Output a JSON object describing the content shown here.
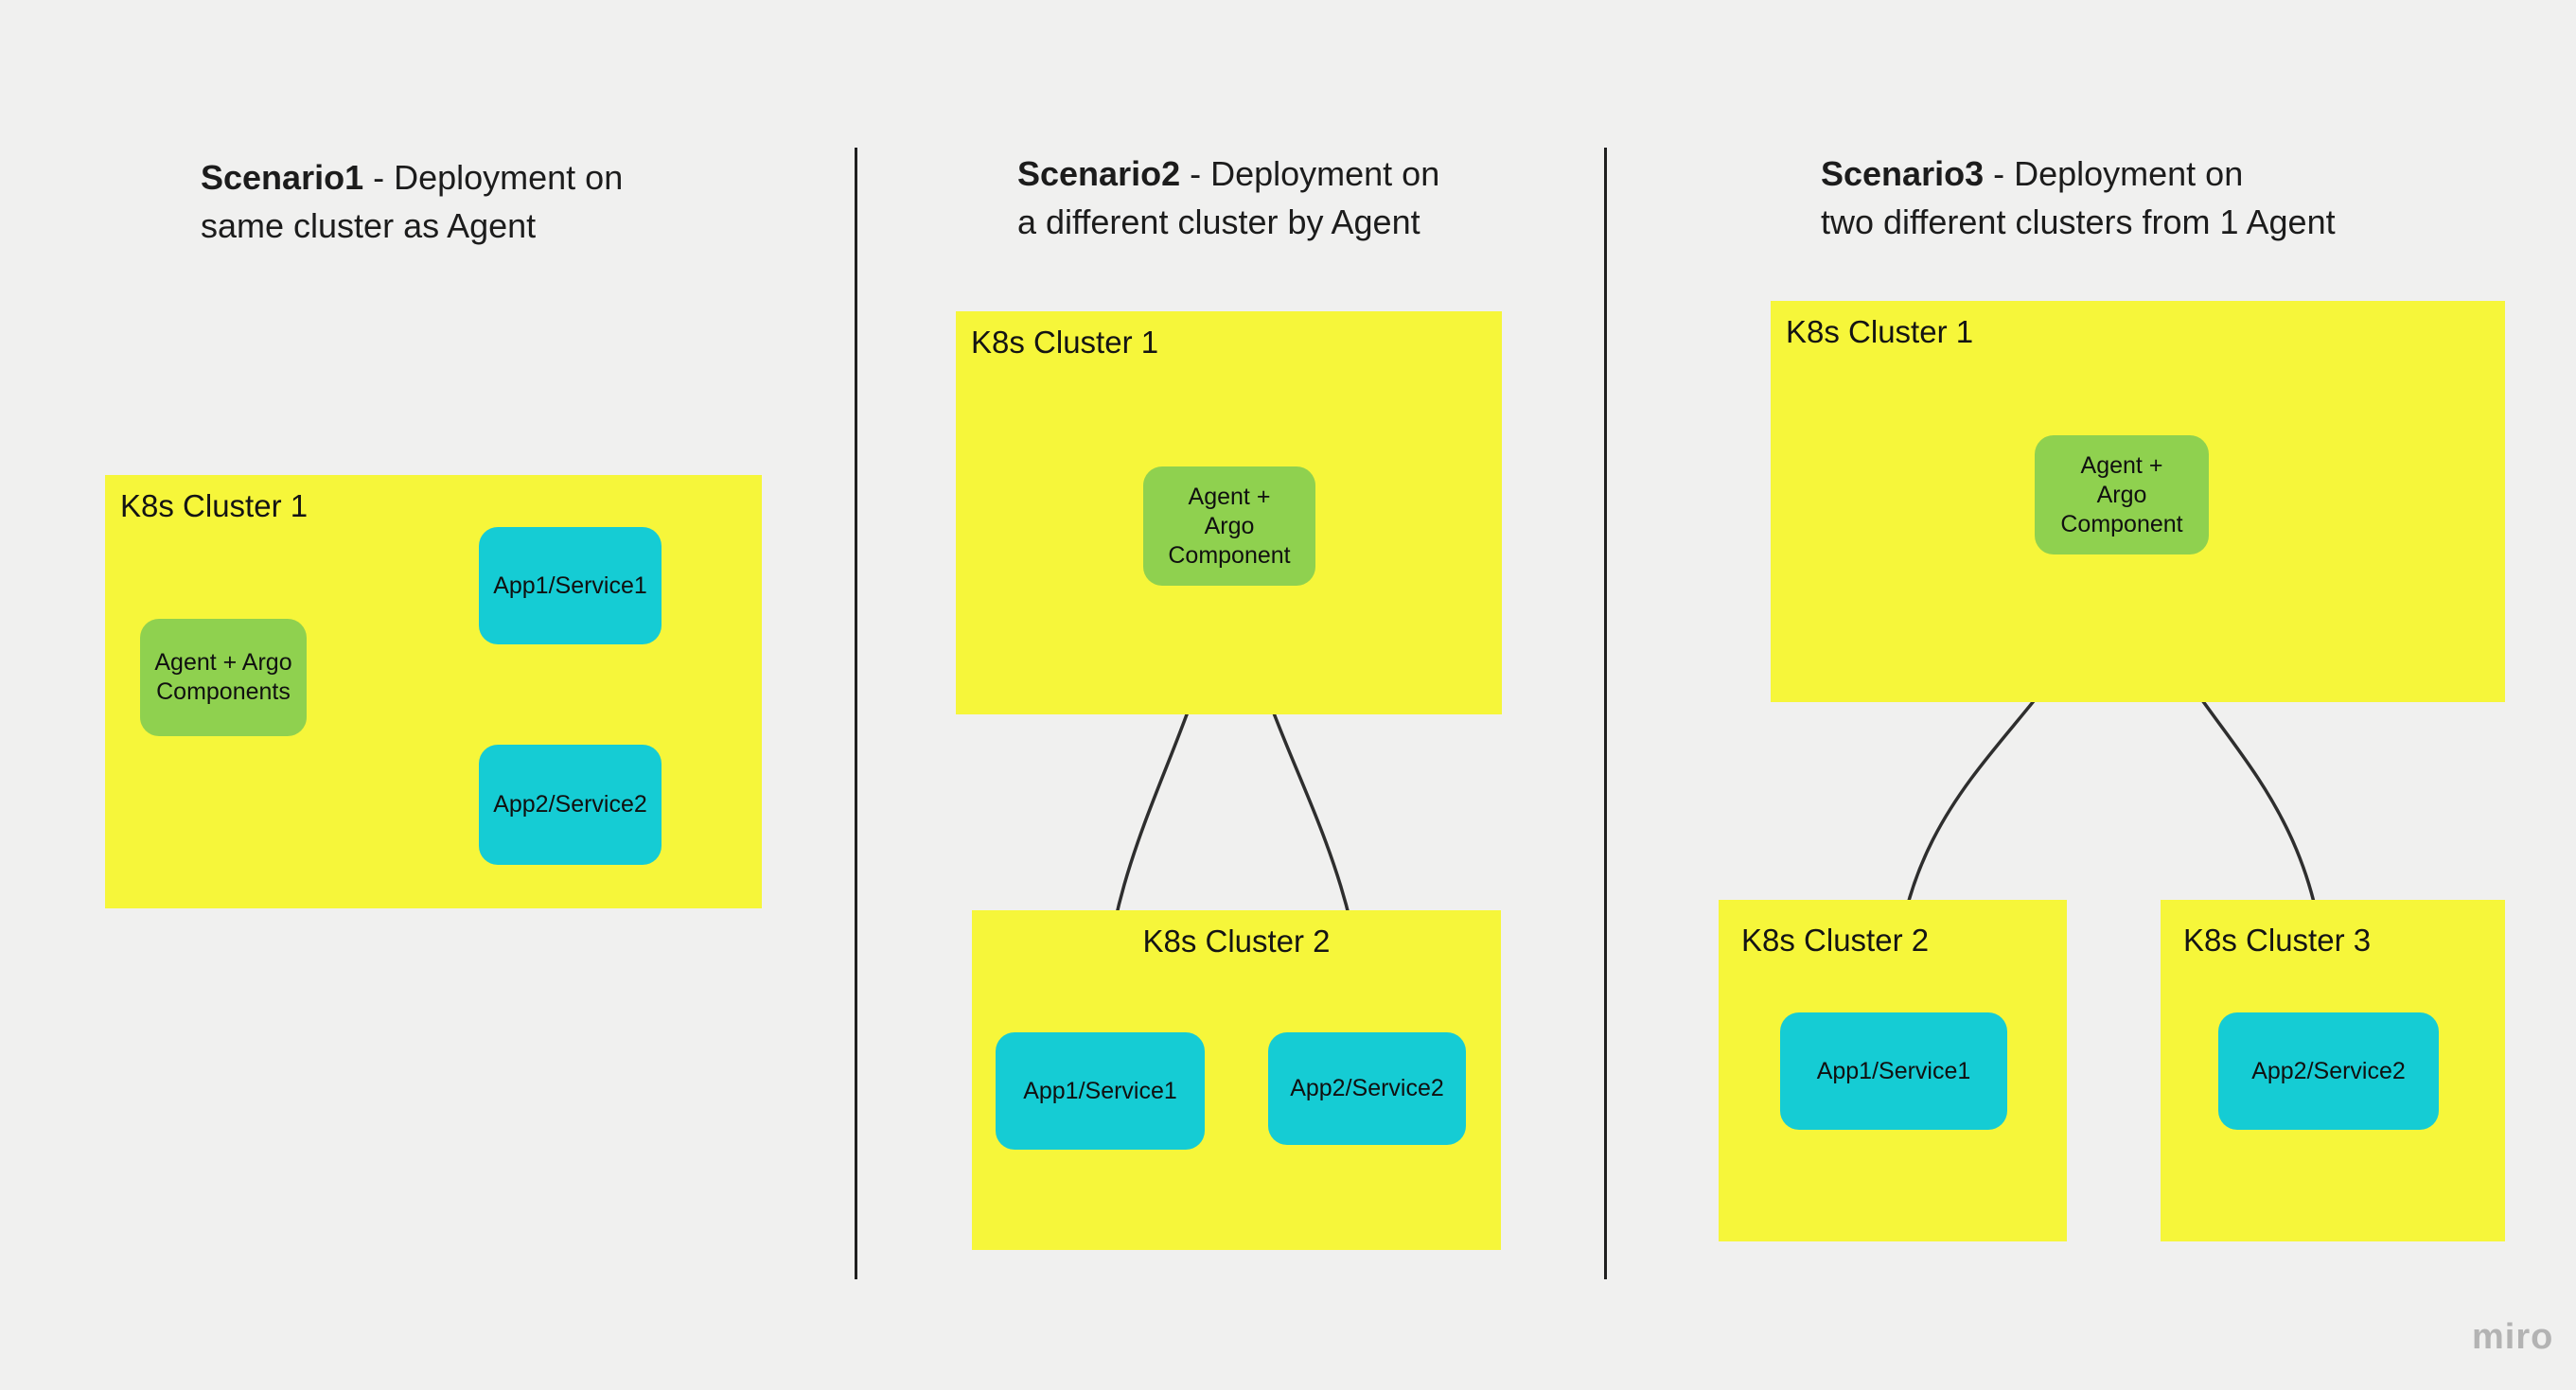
{
  "watermark": "miro",
  "colors": {
    "background": "#f0f0ef",
    "cluster_fill": "#f6f63a",
    "agent_fill": "#8fd14f",
    "app_fill": "#15ccd4",
    "connector": "#2e2e2e",
    "text": "#1c1c1c"
  },
  "scenarios": [
    {
      "title_bold": "Scenario1",
      "title_rest": " - Deployment on",
      "title_line2": "same cluster as Agent",
      "cluster1_label": "K8s Cluster 1",
      "agent_label": "Agent + Argo Components",
      "app1_label": "App1/Service1",
      "app2_label": "App2/Service2"
    },
    {
      "title_bold": "Scenario2",
      "title_rest": " - Deployment on",
      "title_line2": "a different cluster by Agent",
      "cluster1_label": "K8s Cluster 1",
      "cluster2_label": "K8s Cluster 2",
      "agent_label": "Agent + Argo Component",
      "app1_label": "App1/Service1",
      "app2_label": "App2/Service2"
    },
    {
      "title_bold": "Scenario3",
      "title_rest": " - Deployment on",
      "title_line2": "two different clusters from 1 Agent",
      "cluster1_label": "K8s Cluster 1",
      "cluster2_label": "K8s Cluster 2",
      "cluster3_label": "K8s Cluster 3",
      "agent_label": "Agent + Argo Component",
      "app1_label": "App1/Service1",
      "app2_label": "App2/Service2"
    }
  ]
}
